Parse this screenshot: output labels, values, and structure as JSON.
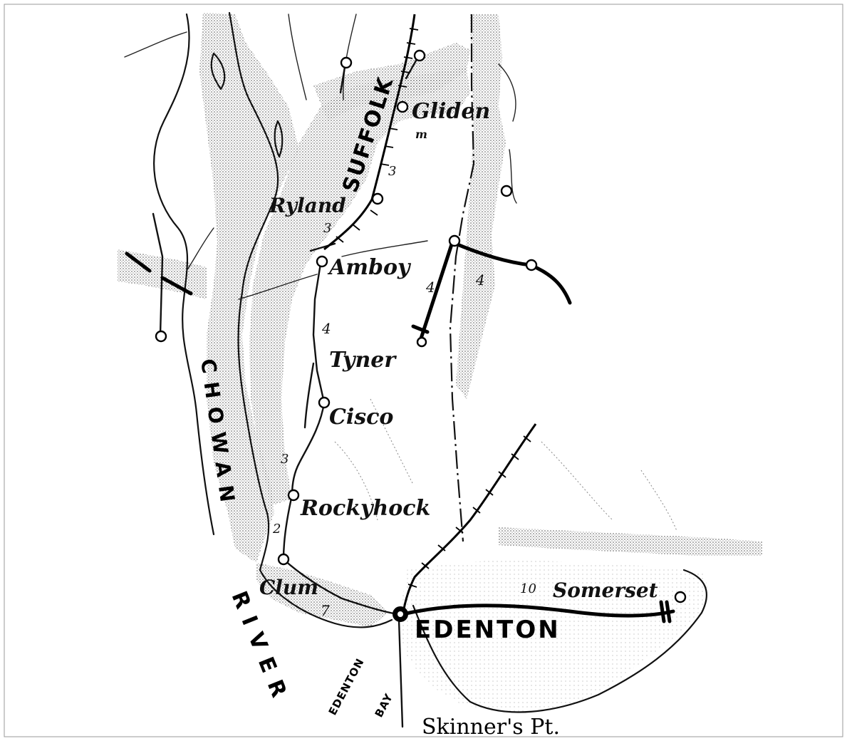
{
  "places": {
    "gliden": "Gliden",
    "gliden_mark": "m",
    "ryland": "Ryland",
    "amboy": "Amboy",
    "tyner": "Tyner",
    "cisco": "Cisco",
    "rockyhock": "Rockyhock",
    "clum": "Clum",
    "edenton": "EDENTON",
    "somerset": "Somerset",
    "skinners_pt": "Skinner's Pt."
  },
  "water": {
    "chowan": "CHOWAN",
    "river": "RIVER",
    "edenton_bay_1": "EDENTON",
    "edenton_bay_2": "BAY"
  },
  "railroad": {
    "name": "SUFFOLK"
  },
  "distances": {
    "suffolk_gliden_ryland": "3",
    "ryland_amboy": "3",
    "amboy_cisco": "4",
    "cisco_rockyhock": "3",
    "rockyhock_clum": "2",
    "clum_edenton": "7",
    "east_spur": "4",
    "east_road": "4",
    "edenton_somerset": "10"
  }
}
